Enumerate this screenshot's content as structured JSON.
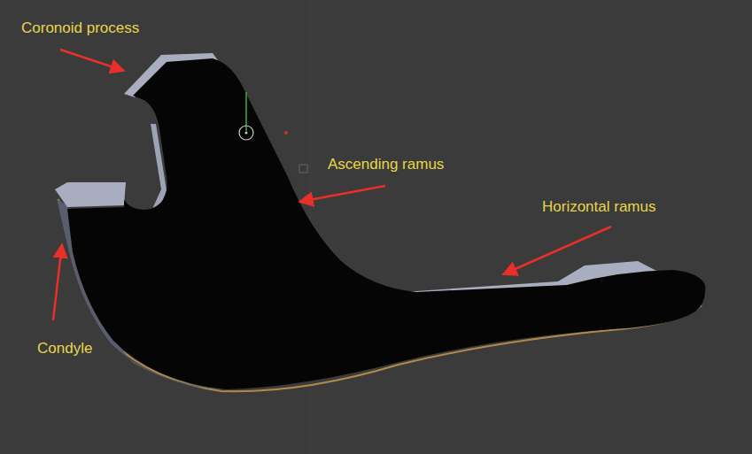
{
  "diagram": {
    "labels": [
      "Coronoid process",
      "Ascending ramus",
      "Horizontal ramus",
      "Condyle"
    ]
  }
}
